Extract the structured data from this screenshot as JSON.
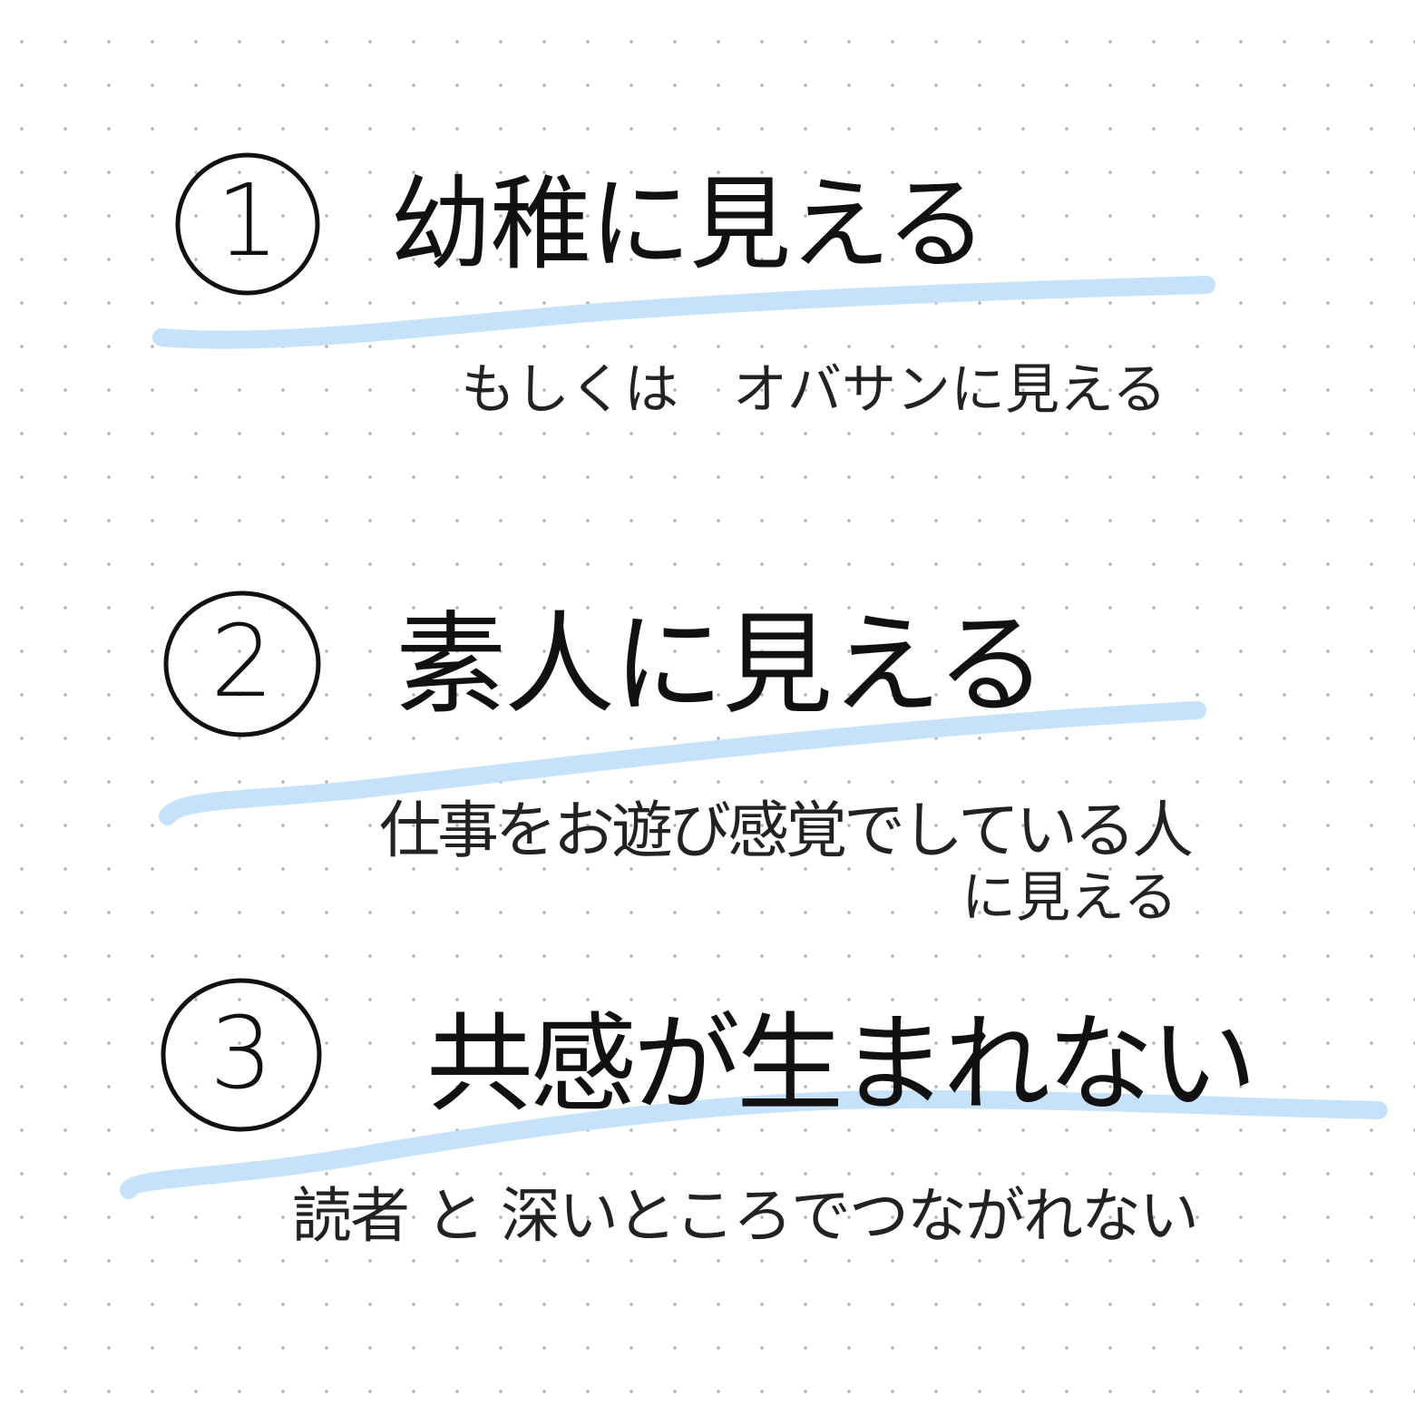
{
  "canvas": {
    "background": "#ffffff",
    "grid": "dot-grid",
    "dot_color": "#b4b4b4",
    "highlight_color": "#c6e2fb",
    "ink_color": "#111111"
  },
  "items": [
    {
      "number": "1",
      "title": "幼稚に見える",
      "subtitle_lines": [
        "もしくは　オバサンに見える"
      ]
    },
    {
      "number": "2",
      "title": "素人に見える",
      "subtitle_lines": [
        "仕事をお遊び感覚でしている人",
        "に見える"
      ]
    },
    {
      "number": "3",
      "title": "共感が生まれない",
      "subtitle_lines": [
        "読者 と 深いところでつながれない"
      ]
    }
  ]
}
